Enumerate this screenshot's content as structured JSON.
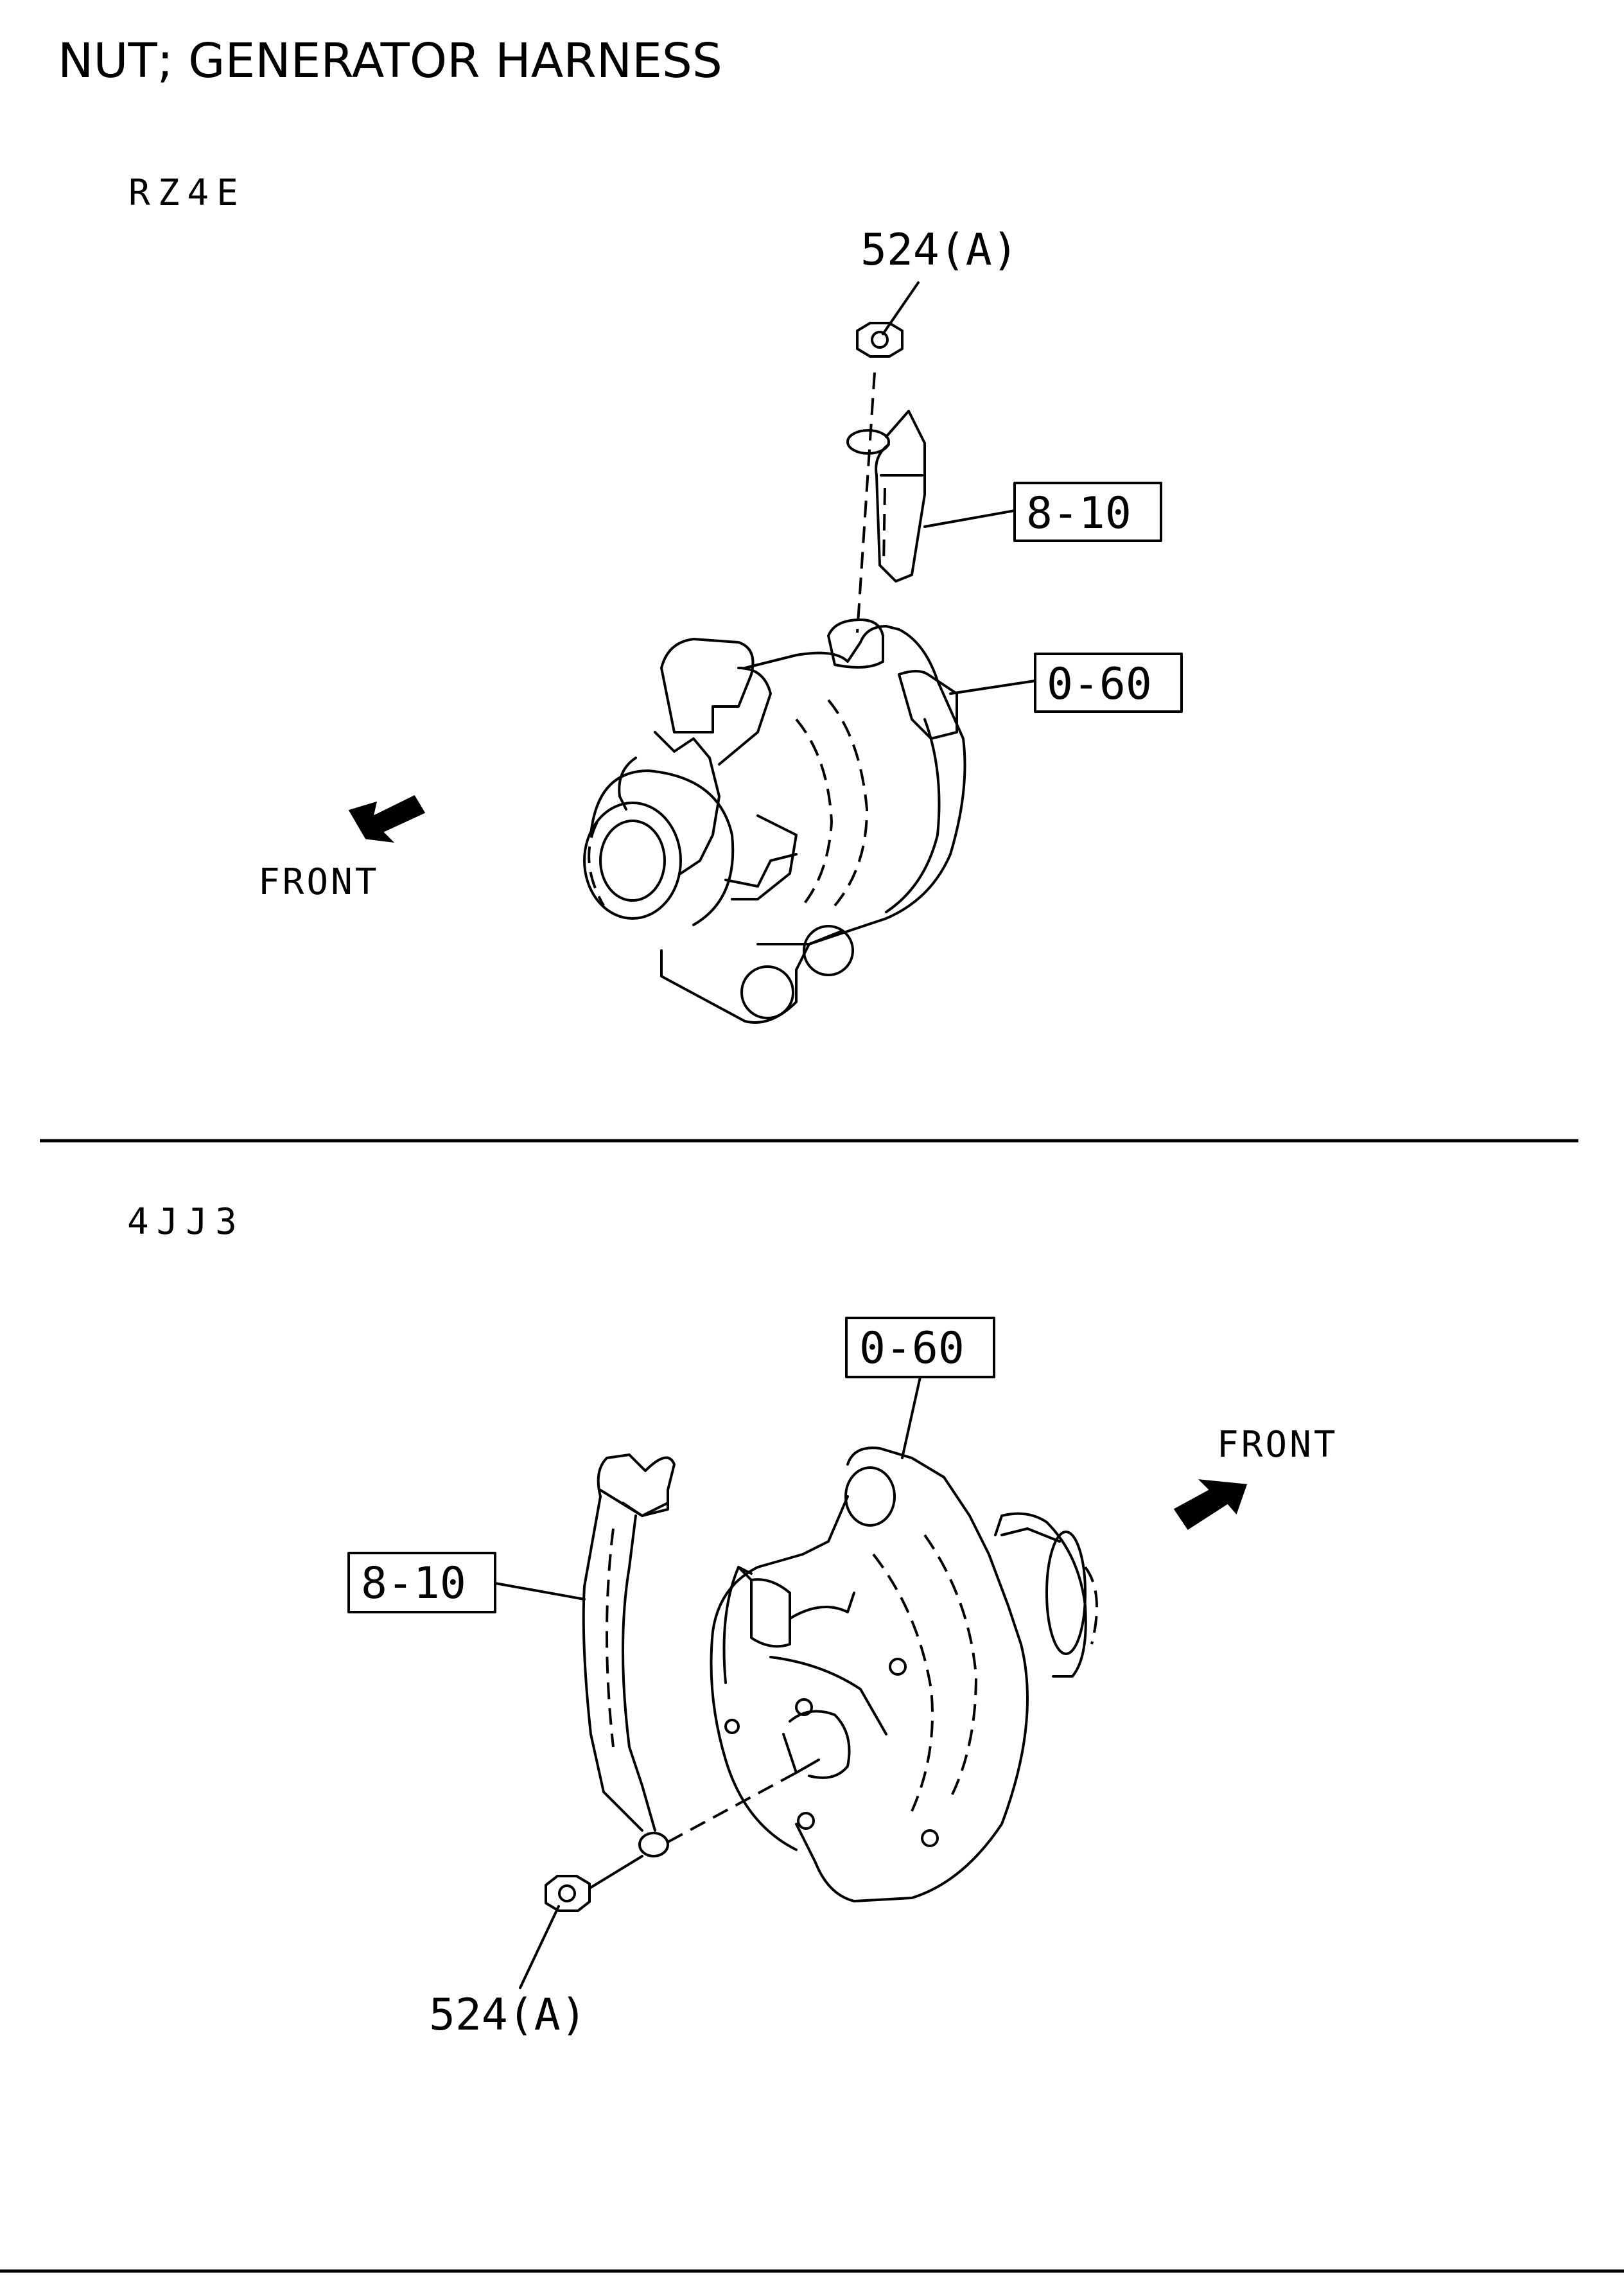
{
  "title": "NUT; GENERATOR HARNESS",
  "sections": [
    {
      "engine": "RZ4E",
      "front_label": "FRONT",
      "callouts": {
        "nut": "524(A)",
        "harness": "8-10",
        "generator": "0-60"
      }
    },
    {
      "engine": "4JJ3",
      "front_label": "FRONT",
      "callouts": {
        "nut": "524(A)",
        "harness": "8-10",
        "generator": "0-60"
      }
    }
  ]
}
